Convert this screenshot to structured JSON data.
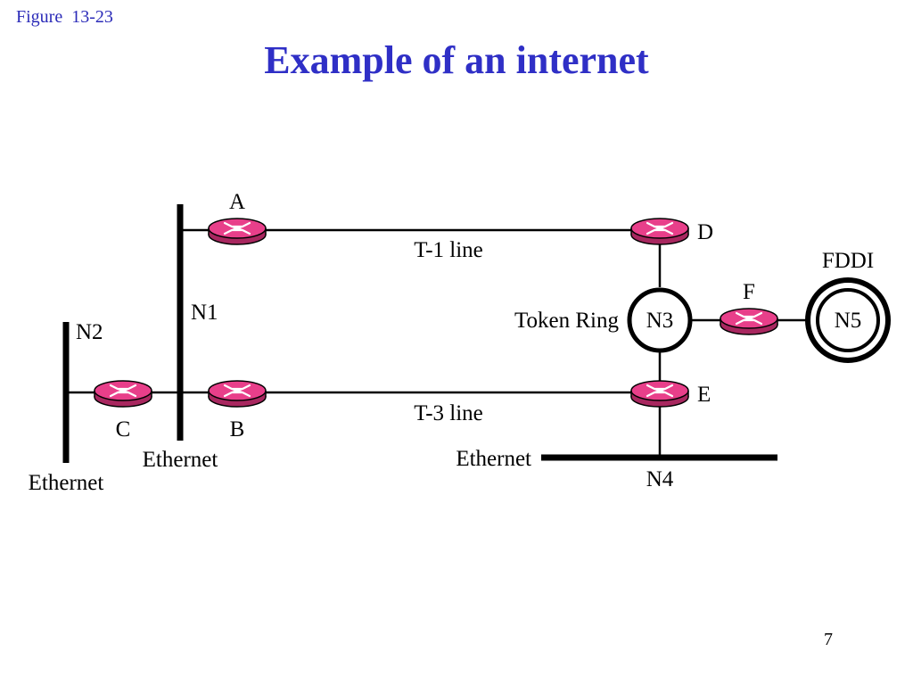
{
  "figure_label": "Figure  13-23",
  "title": "Example of an internet",
  "page_number": "7",
  "colors": {
    "router_fill": "#e83f8a",
    "title": "#2f2fc6",
    "figure_label": "#2b2bb8"
  },
  "routers": {
    "a": "A",
    "b": "B",
    "c": "C",
    "d": "D",
    "e": "E",
    "f": "F"
  },
  "networks": {
    "n1": {
      "name": "N1",
      "type": "Ethernet"
    },
    "n2": {
      "name": "N2",
      "type": "Ethernet"
    },
    "n3": {
      "name": "N3",
      "type": "Token Ring"
    },
    "n4": {
      "name": "N4",
      "type": "Ethernet"
    },
    "n5": {
      "name": "N5",
      "type": "FDDI"
    }
  },
  "links": {
    "t1": "T-1 line",
    "t3": "T-3 line"
  }
}
